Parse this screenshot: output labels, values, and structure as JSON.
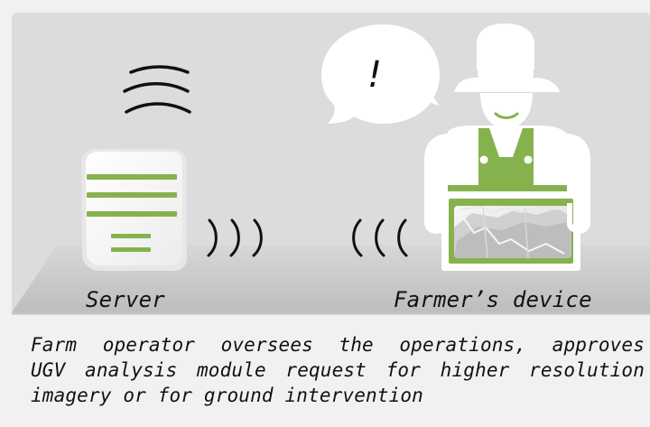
{
  "labels": {
    "server": "Server",
    "farmer_device": "Farmer’s device",
    "alert_mark": "!"
  },
  "caption": {
    "lines": [
      "Farm operator oversees the operations, approves",
      "UGV analysis module request for higher resolution",
      "imagery or for ground intervention"
    ]
  },
  "colors": {
    "background_panel": "#dcdcdc",
    "table": "#c9c9c9",
    "accent_green": "#86b24d",
    "white": "#ffffff",
    "stroke": "#111111"
  },
  "icons": {
    "server": "server-icon",
    "farmer": "farmer-icon",
    "tablet": "tablet-icon",
    "speech": "speech-bubble-icon",
    "signal_left": "signal-waves-icon",
    "signal_right": "signal-waves-icon"
  }
}
